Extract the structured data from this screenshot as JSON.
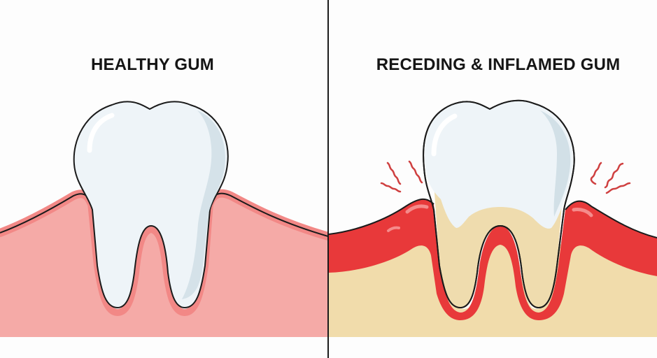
{
  "panels": {
    "left": {
      "title": "HEALTHY GUM",
      "gum_color": "#f5aaa7",
      "gum_edge_color": "#f28886",
      "tooth_color": "#eef4f8",
      "tooth_shade_color": "#d2e0e7"
    },
    "right": {
      "title": "RECEDING & INFLAMED GUM",
      "gum_color": "#e8393a",
      "bone_color": "#f1dcab",
      "plaque_color": "#efdcae",
      "tooth_color": "#eef4f8",
      "tooth_shade_color": "#d2e0e7",
      "inflammation_icon": "wavy-pain-lines",
      "inflammation_color": "#cf4040"
    }
  },
  "colors": {
    "background": "#fdfdfd",
    "outline": "#1b1b1b",
    "divider": "#1b1b1b"
  }
}
